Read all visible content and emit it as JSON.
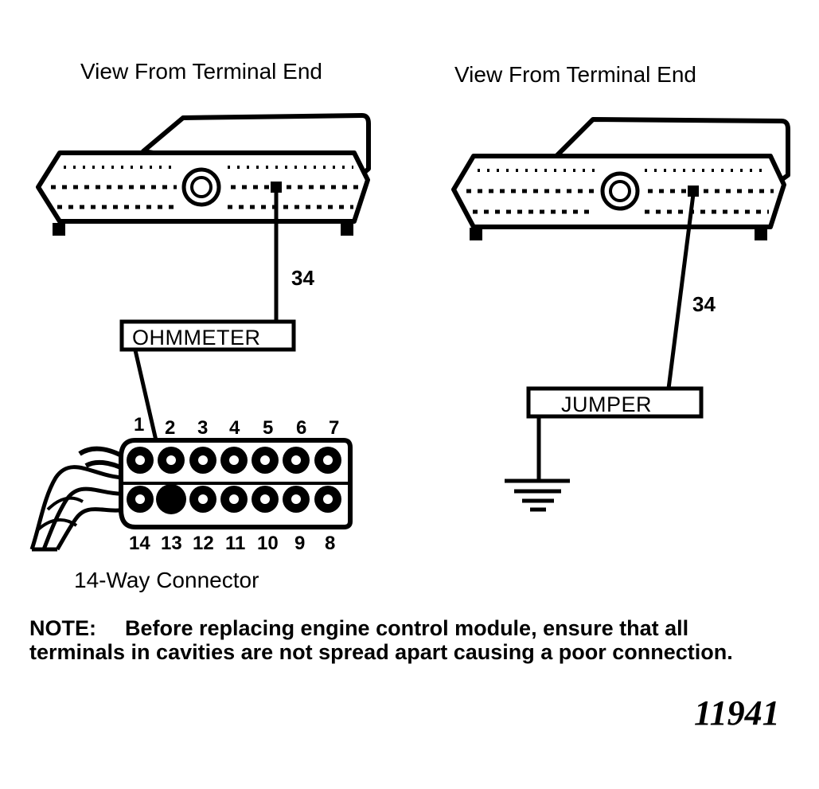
{
  "left_view": {
    "title": "View From Terminal End",
    "wire_number": "34",
    "instrument_label": "OHMMETER"
  },
  "right_view": {
    "title": "View From Terminal End",
    "wire_number": "34",
    "instrument_label": "JUMPER"
  },
  "connector": {
    "caption": "14-Way Connector",
    "top_pins": [
      "1",
      "2",
      "3",
      "4",
      "5",
      "6",
      "7"
    ],
    "bottom_pins": [
      "14",
      "13",
      "12",
      "11",
      "10",
      "9",
      "8"
    ]
  },
  "note": {
    "heading": "NOTE:",
    "line1": "Before replacing engine control module, ensure that all",
    "line2": "terminals in cavities are not spread apart causing a poor connection."
  },
  "figure_number": "11941"
}
